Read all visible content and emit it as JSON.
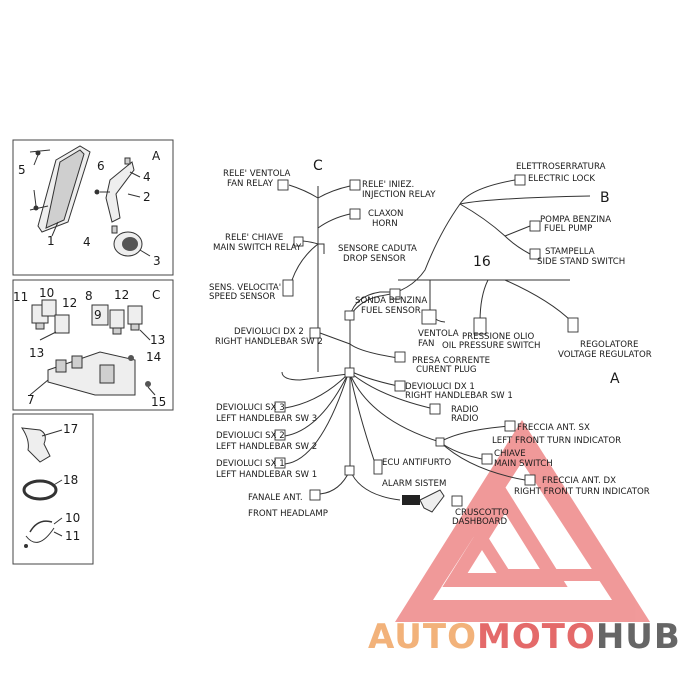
{
  "watermark": {
    "auto": "AUTO",
    "moto": "MOTO",
    "hub": "HUB",
    "colors": {
      "auto": "#f2b27a",
      "moto": "#e46a6a",
      "hub": "#666666",
      "triangle": "#ef8f8f"
    }
  },
  "panels": {
    "a": {
      "letter": "A",
      "numbers": [
        "5",
        "6",
        "4",
        "2",
        "1",
        "4",
        "3"
      ]
    },
    "c": {
      "letter": "C",
      "numbers": [
        "11",
        "10",
        "12",
        "8",
        "12",
        "9",
        "13",
        "13",
        "14",
        "7",
        "15"
      ]
    },
    "d": {
      "numbers": [
        "17",
        "18",
        "10",
        "11"
      ]
    }
  },
  "diagram": {
    "letters": {
      "c": "C",
      "b": "B",
      "a": "A",
      "n16": "16"
    },
    "labels": {
      "fan_relay": [
        "RELE' VENTOLA",
        "FAN RELAY"
      ],
      "injection_relay": [
        "RELE' INIEZ.",
        "INJECTION RELAY"
      ],
      "horn": [
        "CLAXON",
        "HORN"
      ],
      "main_switch_relay": [
        "RELE' CHIAVE",
        "MAIN SWITCH RELAY"
      ],
      "drop_sensor": [
        "SENSORE CADUTA",
        "DROP SENSOR"
      ],
      "speed_sensor": [
        "SENS. VELOCITA'",
        "SPEED SENSOR"
      ],
      "electric_lock": [
        "ELETTROSERRATURA",
        "ELECTRIC LOCK"
      ],
      "fuel_pump": [
        "POMPA BENZINA",
        "FUEL PUMP"
      ],
      "side_stand": [
        "STAMPELLA",
        "SIDE STAND SWITCH"
      ],
      "fuel_sensor": [
        "SONDA BENZINA",
        "FUEL SENSOR"
      ],
      "fan": [
        "VENTOLA",
        "FAN"
      ],
      "oil_pressure": [
        "PRESSIONE OLIO",
        "OIL PRESSURE SWITCH"
      ],
      "voltage_regulator": [
        "REGOLATORE",
        "VOLTAGE REGULATOR"
      ],
      "right_sw2": [
        "DEVIOLUCI DX 2",
        "RIGHT HANDLEBAR SW 2"
      ],
      "current_plug": [
        "PRESA CORRENTE",
        "CURENT PLUG"
      ],
      "right_sw1": [
        "DEVIOLUCI DX 1",
        "RIGHT HANDLEBAR SW 1"
      ],
      "radio": [
        "RADIO",
        "RADIO"
      ],
      "left_sw3": [
        "DEVIOLUCI SX 3",
        "LEFT HANDLEBAR SW 3"
      ],
      "left_sw2": [
        "DEVIOLUCI SX 2",
        "LEFT HANDLEBAR SW 2"
      ],
      "left_sw1": [
        "DEVIOLUCI SX 1",
        "LEFT HANDLEBAR SW 1"
      ],
      "left_turn": [
        "FRECCIA ANT. SX",
        "LEFT FRONT TURN INDICATOR"
      ],
      "main_switch": [
        "CHIAVE",
        "MAIN SWITCH"
      ],
      "ecu_alarm": [
        "ECU ANTIFURTO",
        "ALARM SISTEM"
      ],
      "right_turn": [
        "FRECCIA ANT. DX",
        "RIGHT FRONT TURN INDICATOR"
      ],
      "headlamp": [
        "FANALE ANT.",
        "FRONT HEADLAMP"
      ],
      "dashboard": [
        "CRUSCOTTO",
        "DASHBOARD"
      ]
    }
  }
}
